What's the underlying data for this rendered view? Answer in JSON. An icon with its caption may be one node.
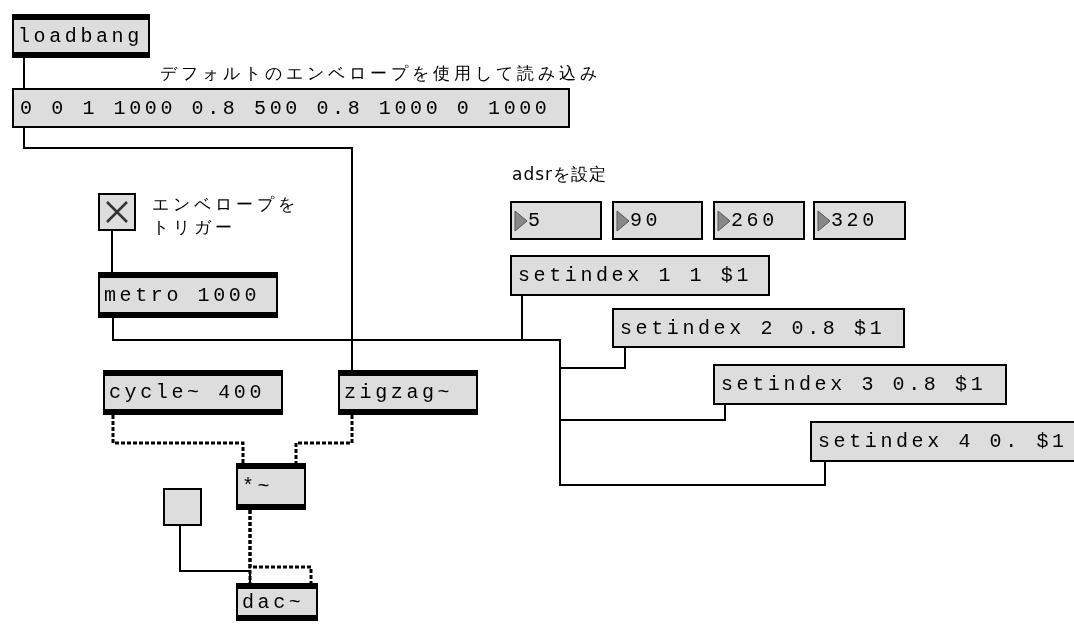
{
  "diagram": {
    "nodes": [
      {
        "text": [
          "loadbang"
        ]
      },
      {
        "text": [
          "0 0 1 1000 0.8 500 0.8 1000 0 1000"
        ]
      },
      {
        "text": [],
        "shape": "box",
        "beside": [
          "エンベロープをトリガー"
        ]
      },
      {
        "text": [
          "metro 1000"
        ]
      },
      {
        "text": [
          "5"
        ]
      },
      {
        "text": [
          "90"
        ]
      },
      {
        "text": [
          "260"
        ]
      },
      {
        "text": [
          "320"
        ]
      },
      {
        "text": [
          "setindex 1 1 $1"
        ]
      },
      {
        "text": [
          "setindex 2 0.8 $1"
        ]
      },
      {
        "text": [
          "setindex 3 0.8 $1"
        ]
      },
      {
        "text": [
          "setindex 4 0. $1"
        ]
      },
      {
        "text": [
          "cycle~ 400"
        ]
      },
      {
        "text": [
          "zigzag~"
        ]
      },
      {
        "text": [
          "*~"
        ]
      },
      {
        "text": [],
        "shape": "box"
      },
      {
        "text": [
          "dac~"
        ]
      }
    ],
    "edges": [
      {
        "from": 0,
        "to": 1,
        "arrow": "none"
      },
      {
        "from": 1,
        "to": 13,
        "arrow": "none"
      },
      {
        "from": 2,
        "to": 3,
        "arrow": "none"
      },
      {
        "from": 3,
        "to": 13,
        "arrow": "none"
      },
      {
        "from": 8,
        "to": 13,
        "arrow": "none"
      },
      {
        "from": 9,
        "to": 13,
        "arrow": "none"
      },
      {
        "from": 10,
        "to": 13,
        "arrow": "none"
      },
      {
        "from": 11,
        "to": 13,
        "arrow": "none"
      },
      {
        "from": 12,
        "to": 14,
        "arrow": "none",
        "style": "dashed"
      },
      {
        "from": 13,
        "to": 14,
        "arrow": "none",
        "style": "dashed"
      },
      {
        "from": 14,
        "to": 16,
        "arrow": "none",
        "style": "dashed"
      },
      {
        "from": 14,
        "to": 16,
        "arrow": "none",
        "style": "dashed"
      },
      {
        "from": 15,
        "to": 16,
        "arrow": "none"
      }
    ],
    "labels": [
      "デフォルトのエンベロープを使用して読み込み",
      "adsrを設定"
    ]
  }
}
